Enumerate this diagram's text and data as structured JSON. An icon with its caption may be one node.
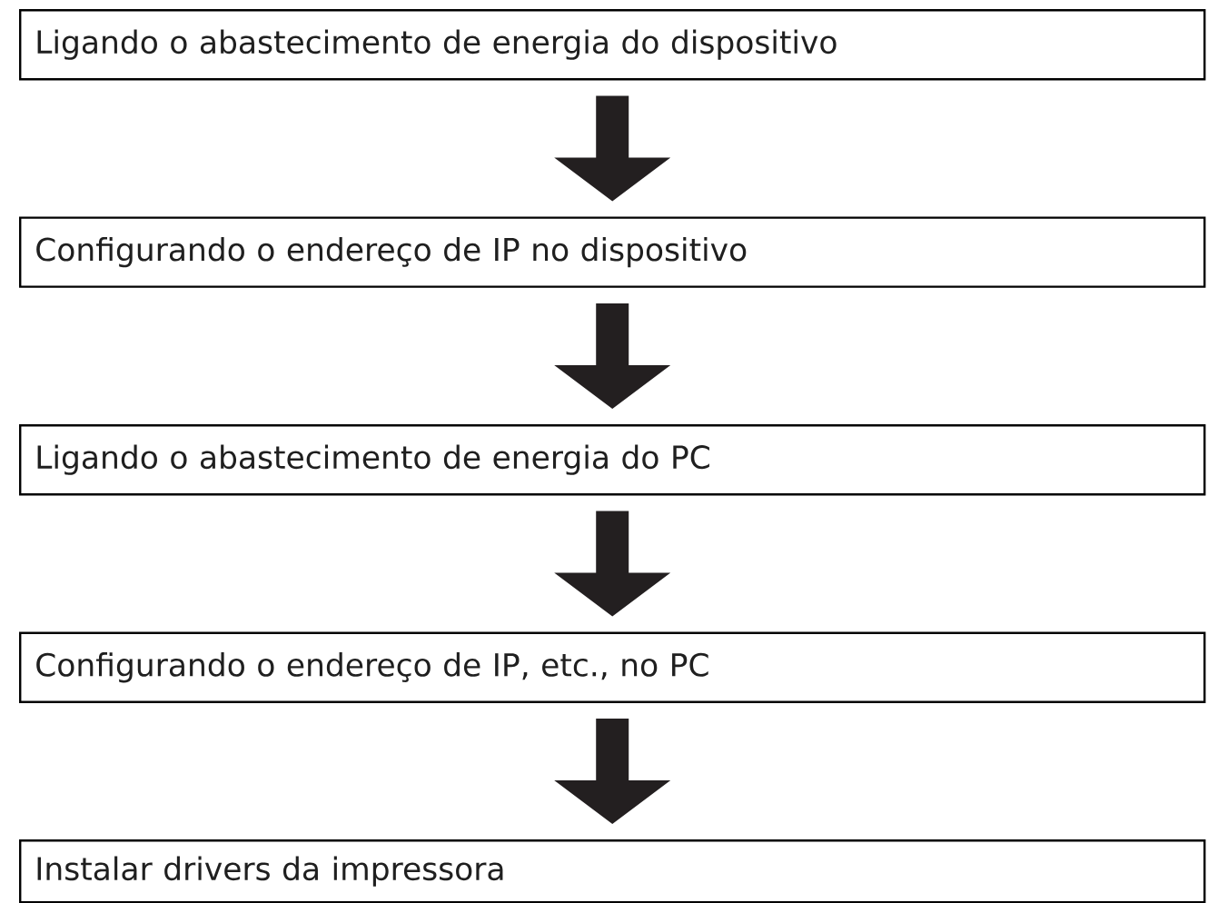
{
  "diagram": {
    "nodes": [
      {
        "text": [
          "Ligando o abastecimento de energia do dispositivo"
        ]
      },
      {
        "text": [
          "Configurando o endereço de IP no dispositivo"
        ]
      },
      {
        "text": [
          "Ligando o abastecimento de energia do PC"
        ]
      },
      {
        "text": [
          "Configurando o endereço de IP, etc., no PC"
        ]
      },
      {
        "text": [
          "Instalar drivers da impressora"
        ]
      }
    ],
    "edges": [
      {
        "from": 0,
        "to": 1,
        "arrow": "to"
      },
      {
        "from": 1,
        "to": 2,
        "arrow": "to"
      },
      {
        "from": 2,
        "to": 3,
        "arrow": "to"
      },
      {
        "from": 3,
        "to": 4,
        "arrow": "to"
      }
    ]
  }
}
